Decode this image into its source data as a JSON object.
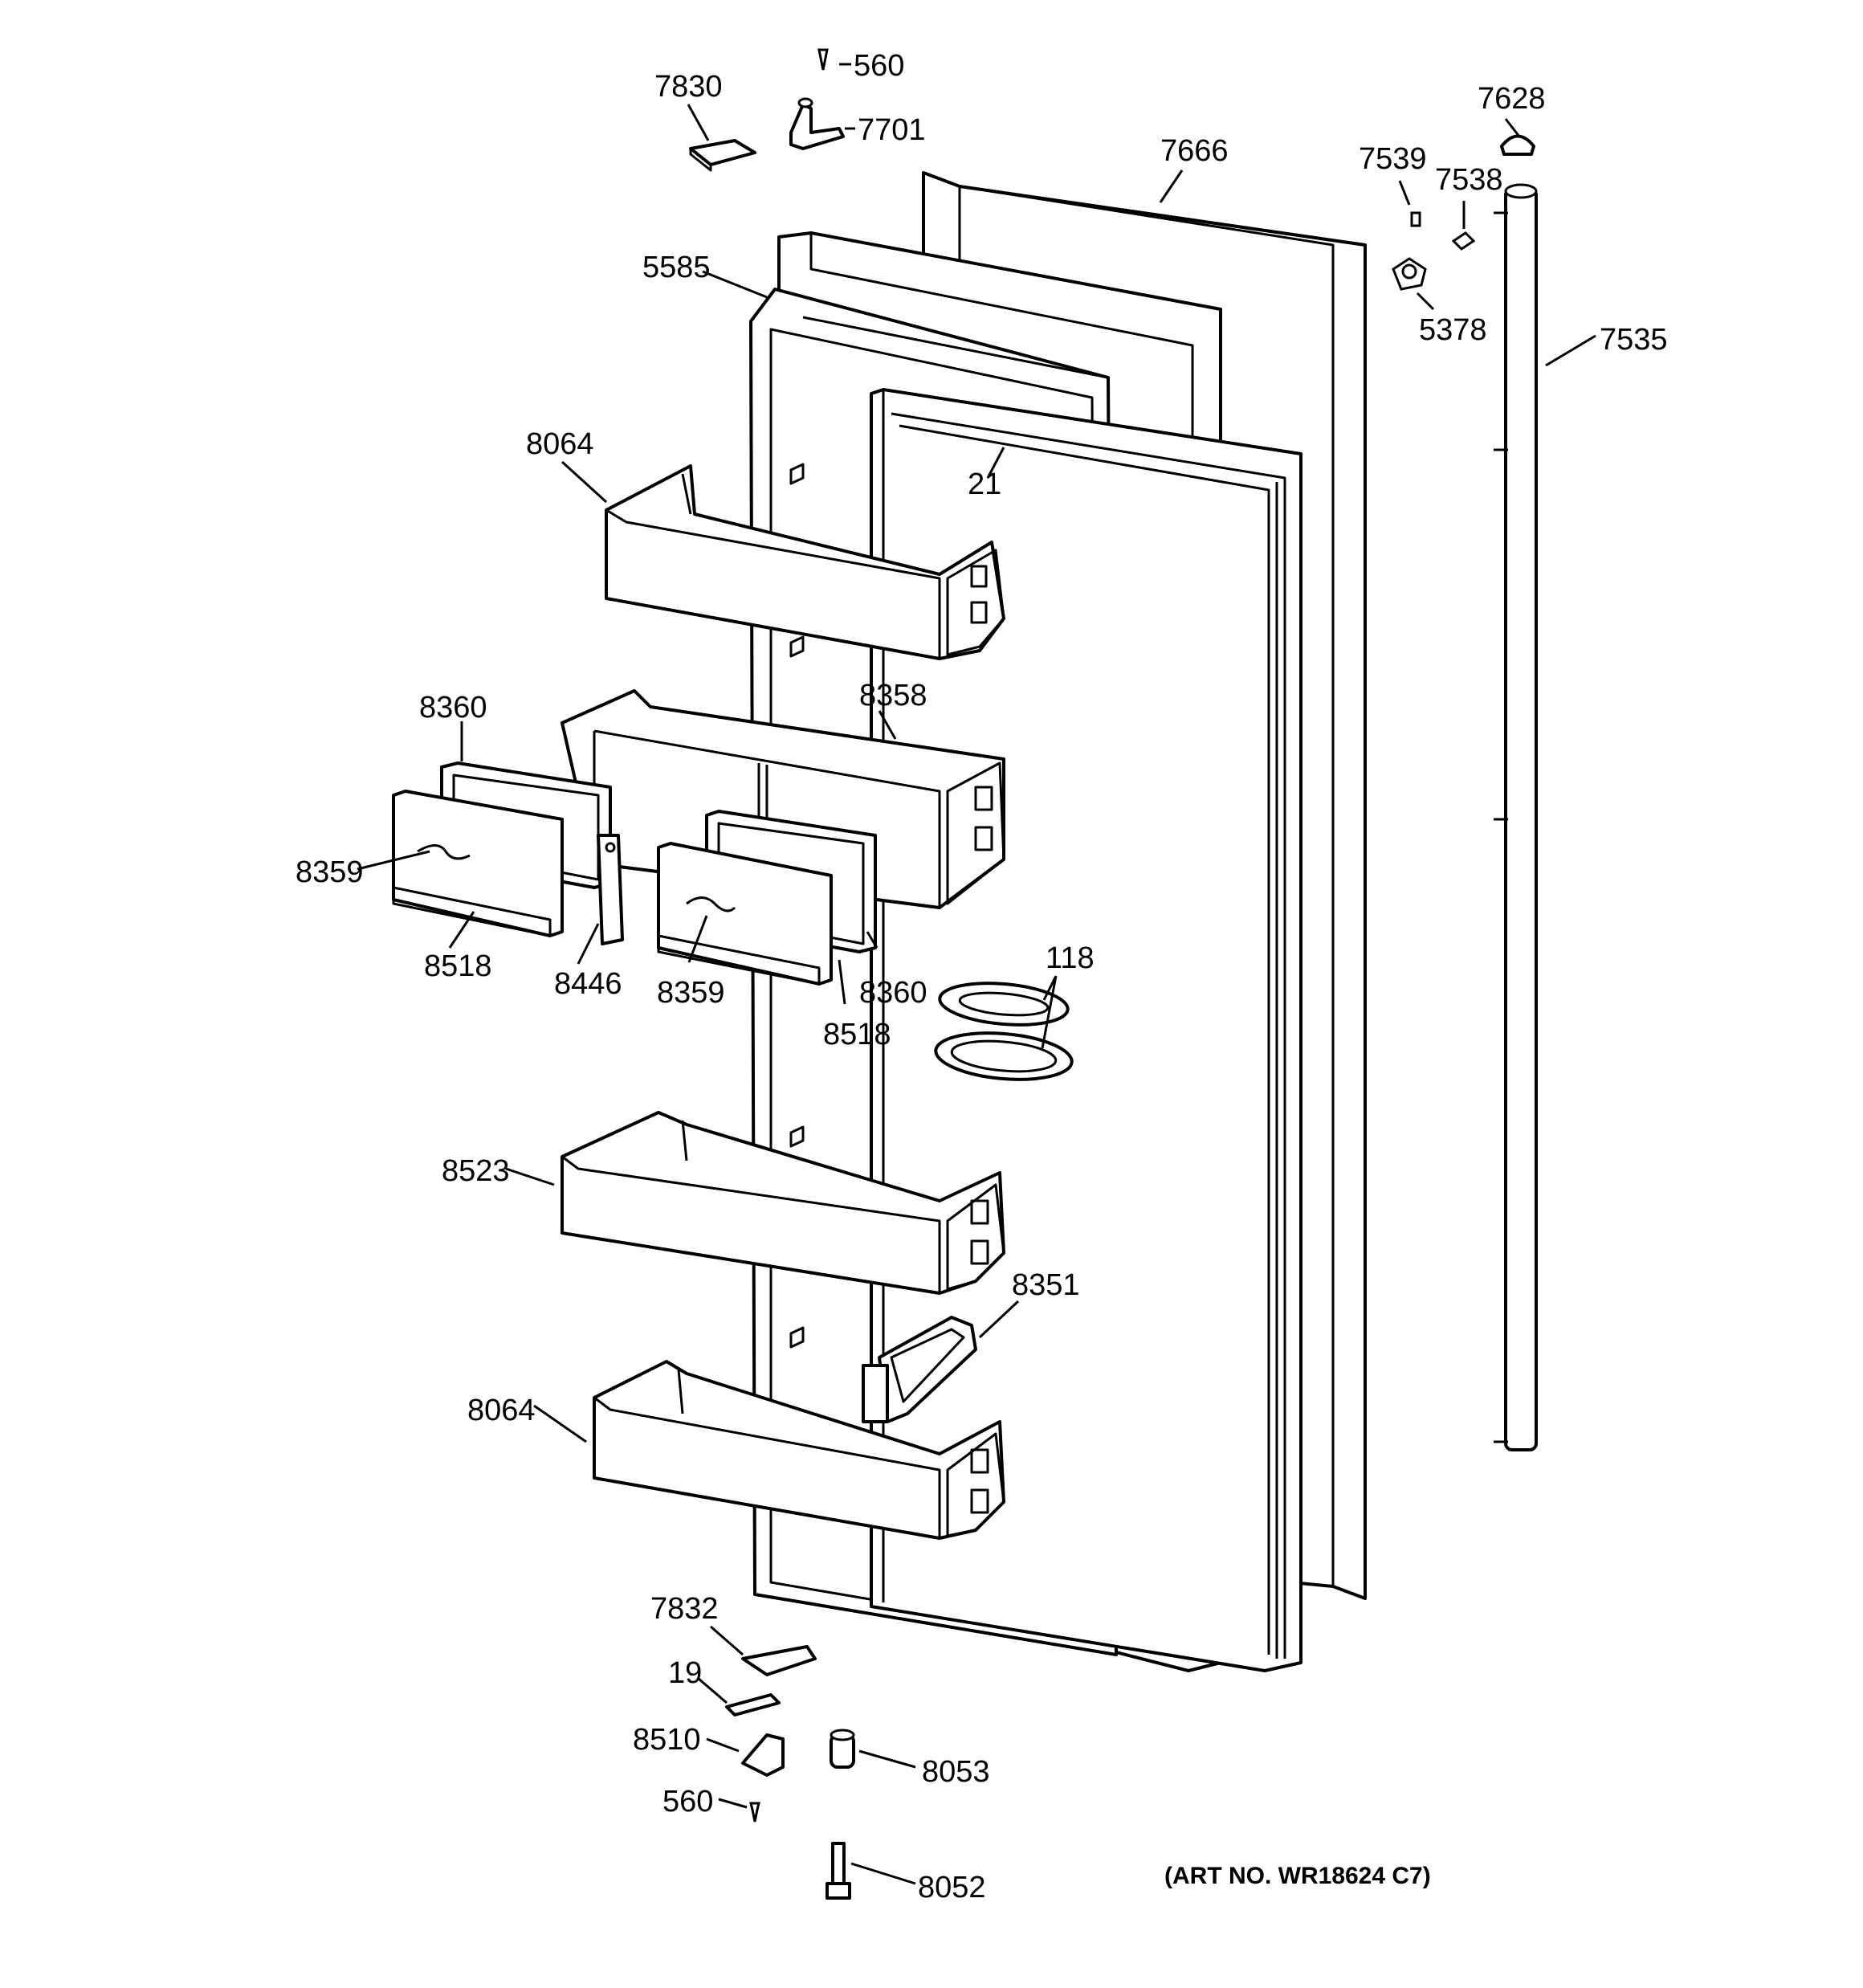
{
  "diagram": {
    "art_number": "(ART NO. WR18624 C7)",
    "labels": {
      "l560_top": "560",
      "l7830": "7830",
      "l7701": "7701",
      "l7628": "7628",
      "l7666": "7666",
      "l7539": "7539",
      "l7538": "7538",
      "l5585": "5585",
      "l5378": "5378",
      "l7535": "7535",
      "l8064_top": "8064",
      "l21": "21",
      "l8360_left": "8360",
      "l8358": "8358",
      "l8359_left": "8359",
      "l8518_left": "8518",
      "l8446": "8446",
      "l8359_mid": "8359",
      "l8360_right": "8360",
      "l8518_right": "8518",
      "l118": "118",
      "l8523": "8523",
      "l8351": "8351",
      "l8064_bottom": "8064",
      "l7832": "7832",
      "l19": "19",
      "l8510": "8510",
      "l8053": "8053",
      "l560_bottom": "560",
      "l8052": "8052"
    }
  }
}
